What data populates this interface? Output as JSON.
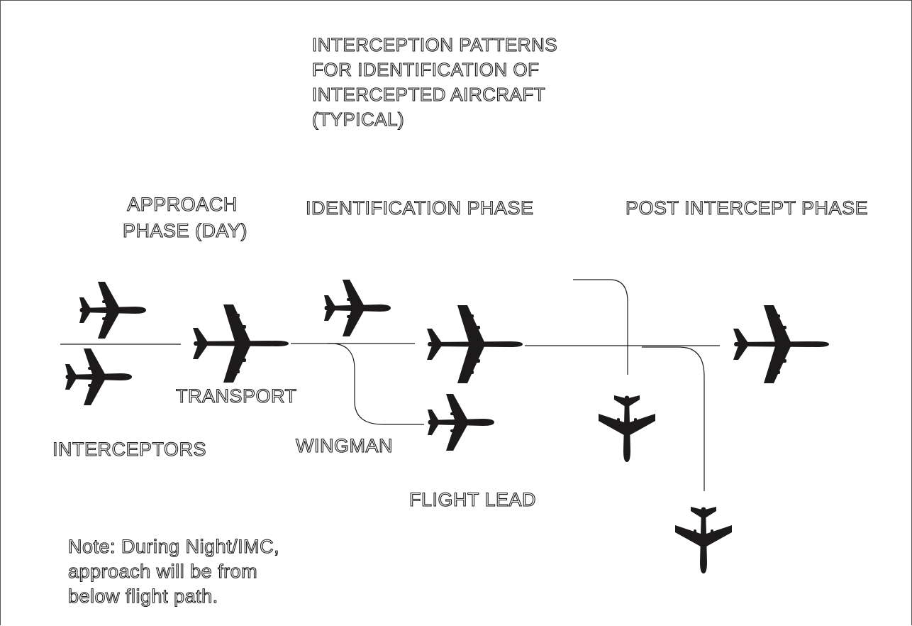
{
  "title_lines": [
    "INTERCEPTION PATTERNS",
    "FOR IDENTIFICATION OF",
    "INTERCEPTED AIRCRAFT",
    "(TYPICAL)"
  ],
  "phases": {
    "approach": [
      "APPROACH",
      "PHASE (DAY)"
    ],
    "identification": "IDENTIFICATION PHASE",
    "post_intercept": "POST INTERCEPT PHASE"
  },
  "labels": {
    "transport": "TRANSPORT",
    "interceptors": "INTERCEPTORS",
    "wingman": "WINGMAN",
    "flight_lead": "FLIGHT LEAD"
  },
  "note_lines": [
    "Note: During Night/IMC,",
    "approach will be from",
    "below flight path."
  ],
  "icons": {
    "transport": "airliner-icon",
    "fighter": "fighter-jet-icon"
  },
  "colors": {
    "ink": "#1c1a1a",
    "background": "#ffffff"
  }
}
